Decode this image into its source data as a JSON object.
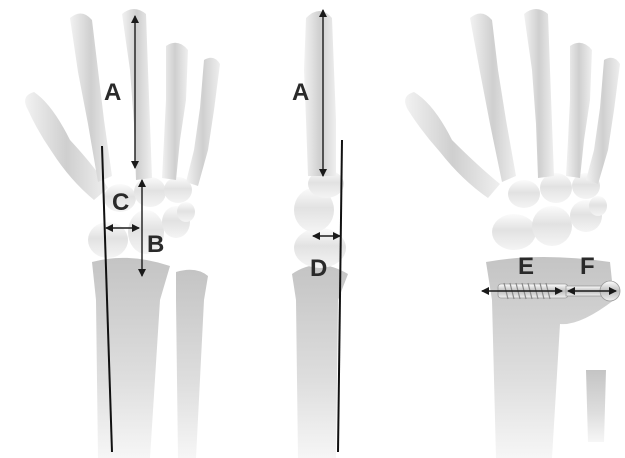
{
  "labels": {
    "a_left": "A",
    "b": "B",
    "c": "C",
    "a_middle": "A",
    "d": "D",
    "e": "E",
    "f": "F"
  },
  "colors": {
    "bone_light": "#f1f1f1",
    "bone_mid": "#d9d9d9",
    "bone_dark": "#bdbdbd",
    "line": "#111111",
    "label": "#2a2a2a"
  }
}
